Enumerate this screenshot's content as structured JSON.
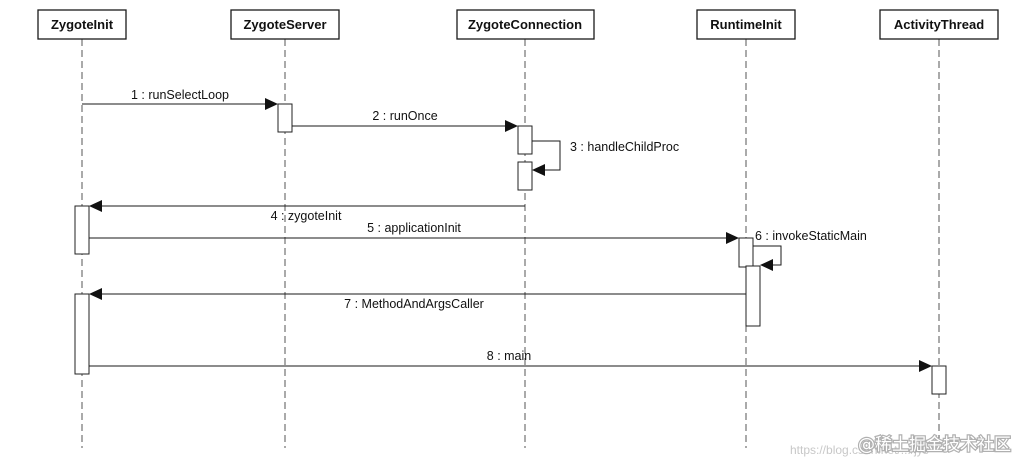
{
  "participants": [
    {
      "id": "zygote_init",
      "label": "ZygoteInit"
    },
    {
      "id": "zygote_server",
      "label": "ZygoteServer"
    },
    {
      "id": "zygote_connection",
      "label": "ZygoteConnection"
    },
    {
      "id": "runtime_init",
      "label": "RuntimeInit"
    },
    {
      "id": "activity_thread",
      "label": "ActivityThread"
    }
  ],
  "messages": [
    {
      "label": "1 : runSelectLoop",
      "from": "zygote_init",
      "to": "zygote_server"
    },
    {
      "label": "2 : runOnce",
      "from": "zygote_server",
      "to": "zygote_connection"
    },
    {
      "label": "3 : handleChildProc",
      "from": "zygote_connection",
      "to": "zygote_connection"
    },
    {
      "label": "4 : zygoteInit",
      "from": "zygote_connection",
      "to": "zygote_init"
    },
    {
      "label": "5 : applicationInit",
      "from": "zygote_init",
      "to": "runtime_init"
    },
    {
      "label": "6 : invokeStaticMain",
      "from": "runtime_init",
      "to": "runtime_init"
    },
    {
      "label": "7 : MethodAndArgsCaller",
      "from": "runtime_init",
      "to": "zygote_init"
    },
    {
      "label": "8 : main",
      "from": "zygote_init",
      "to": "activity_thread"
    }
  ],
  "watermark": {
    "url": "https://blog.csdn.net/.../jys",
    "brand": "@稀土掘金技术社区"
  }
}
